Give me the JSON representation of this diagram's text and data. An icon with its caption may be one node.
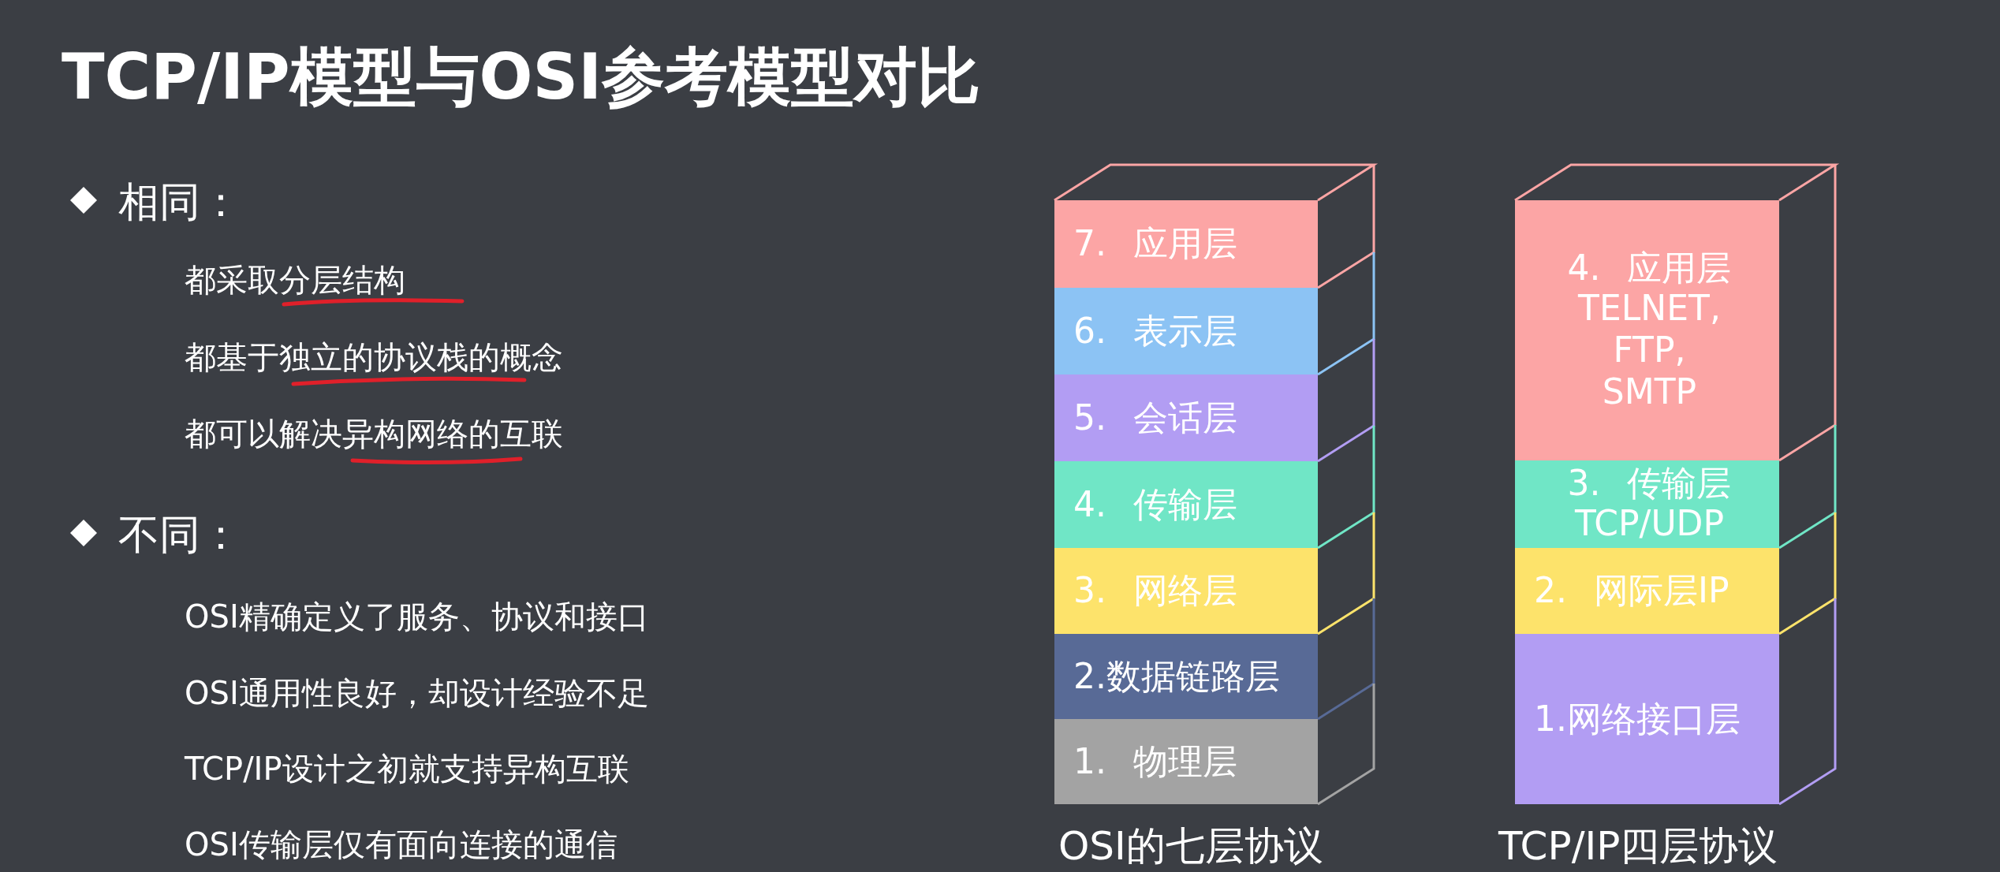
{
  "diagram": {
    "title": "TCP/IP模型与OSI参考模型对比",
    "nodes": [
      {
        "text": [
          "7. 应用层"
        ]
      },
      {
        "text": [
          "6. 表示层"
        ]
      },
      {
        "text": [
          "5. 会话层"
        ]
      },
      {
        "text": [
          "4. 传输层"
        ]
      },
      {
        "text": [
          "3. 网络层"
        ]
      },
      {
        "text": [
          "2.数据链路层"
        ]
      },
      {
        "text": [
          "1. 物理层"
        ]
      },
      {
        "text": [
          "4. 应用层",
          "TELNET, FTP, SMTP"
        ]
      },
      {
        "text": [
          "3. 传输层",
          "TCP/UDP"
        ]
      },
      {
        "text": [
          "2. 网际层IP"
        ]
      },
      {
        "text": [
          "1.网络接口层"
        ]
      }
    ],
    "labels": [
      "相同：",
      "都采取分层结构",
      "都基于独立的协议栈的概念",
      "都可以解决异构网络的互联",
      "不同：",
      "OSI精确定义了服务、协议和接口",
      "OSI通用性良好，却设计经验不足",
      "TCP/IP设计之初就支持异构互联",
      "OSI传输层仅有面向连接的通信",
      "OSI的七层协议",
      "TCP/IP四层协议"
    ]
  }
}
